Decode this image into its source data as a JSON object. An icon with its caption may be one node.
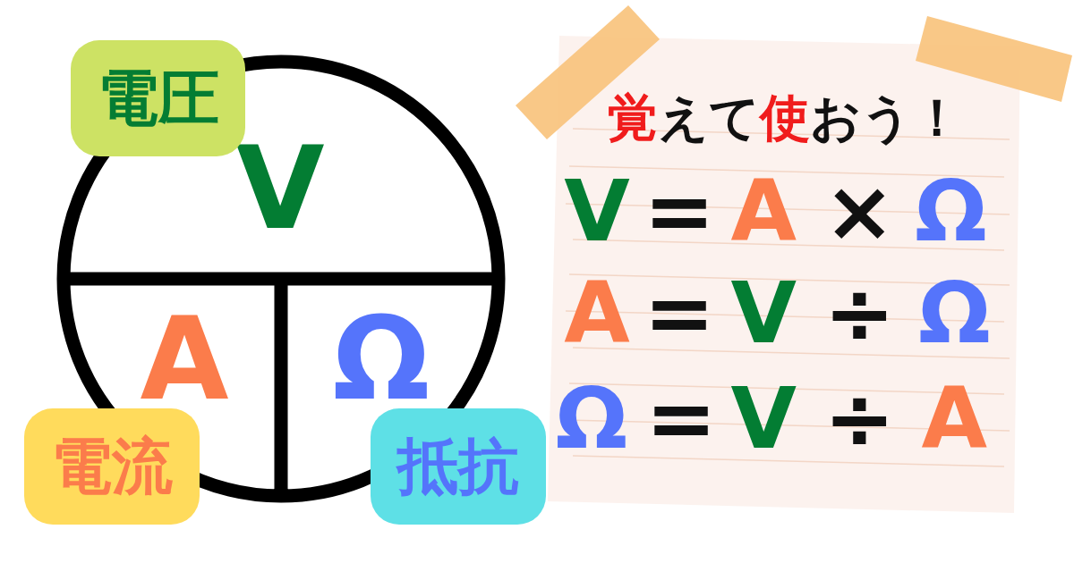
{
  "diagram": {
    "nodes": [
      {
        "text": [
          "電圧"
        ]
      },
      {
        "text": [
          "V",
          "A",
          "Ω"
        ]
      },
      {
        "text": [
          "電流"
        ]
      },
      {
        "text": [
          "抵抗"
        ]
      },
      {
        "text": [
          "覚えて使おう！",
          "V = A × Ω",
          "A = V ÷ Ω",
          "Ω = V ÷ A"
        ]
      }
    ]
  }
}
